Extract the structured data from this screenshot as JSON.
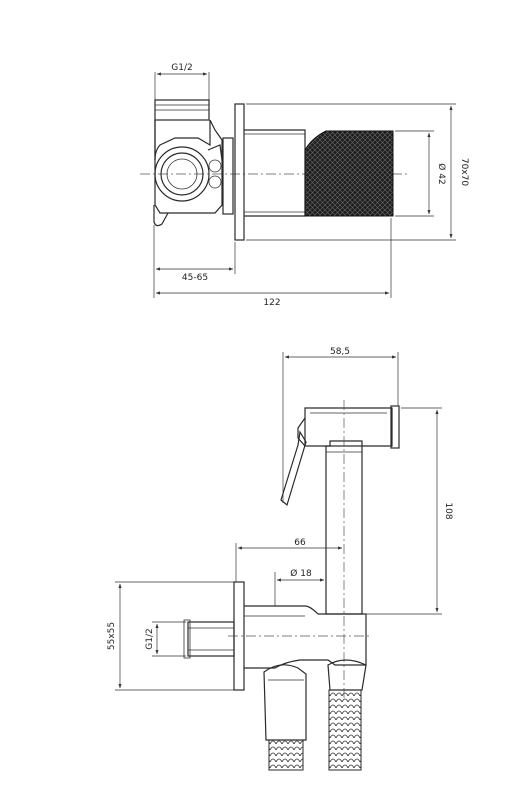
{
  "top_view": {
    "thread": "G1/2",
    "diameter": "Ø 42",
    "plate_size": "70x70",
    "depth_range": "45-65",
    "total_length": "122"
  },
  "bottom_view": {
    "reach": "58,5",
    "height": "108",
    "offset": "66",
    "hose_diameter": "Ø 18",
    "plate_size": "55x55",
    "thread": "G1/2"
  }
}
